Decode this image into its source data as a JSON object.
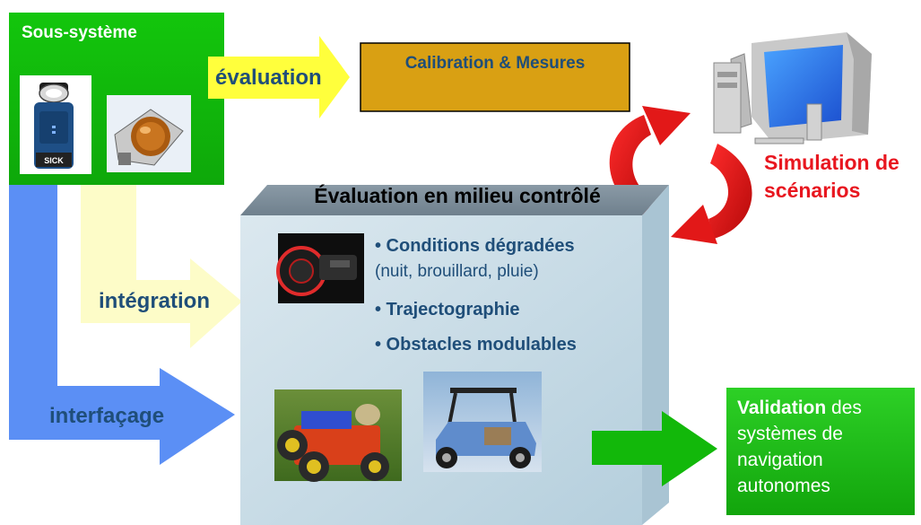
{
  "subsystem": {
    "title": "Sous-système",
    "sensor_label": "SICK"
  },
  "arrows": {
    "evaluation": "évaluation",
    "integration": "intégration",
    "interfacing": "interfaçage"
  },
  "calibration": {
    "label": "Calibration & Mesures"
  },
  "simulation": {
    "line1": "Simulation de",
    "line2": "scénarios"
  },
  "central": {
    "title": "Évaluation en milieu contrôlé",
    "bullet1": "• Conditions dégradées",
    "bullet1_detail": "(nuit, brouillard, pluie)",
    "bullet2": "• Trajectographie",
    "bullet3": "• Obstacles modulables"
  },
  "validation": {
    "bold": "Validation",
    "rest1": " des",
    "line2": "systèmes de",
    "line3": "navigation",
    "line4": "autonomes"
  },
  "colors": {
    "green": "#1fb814",
    "blue_arrow": "#5b8ff5",
    "yellow_arrow": "#ffff3c",
    "pale_yellow": "#fdfcc8",
    "calibration_fill": "#d9a013",
    "central_face": "#c9dbe6",
    "simulation_red": "#e8161f",
    "text_blue": "#1f4e79"
  }
}
